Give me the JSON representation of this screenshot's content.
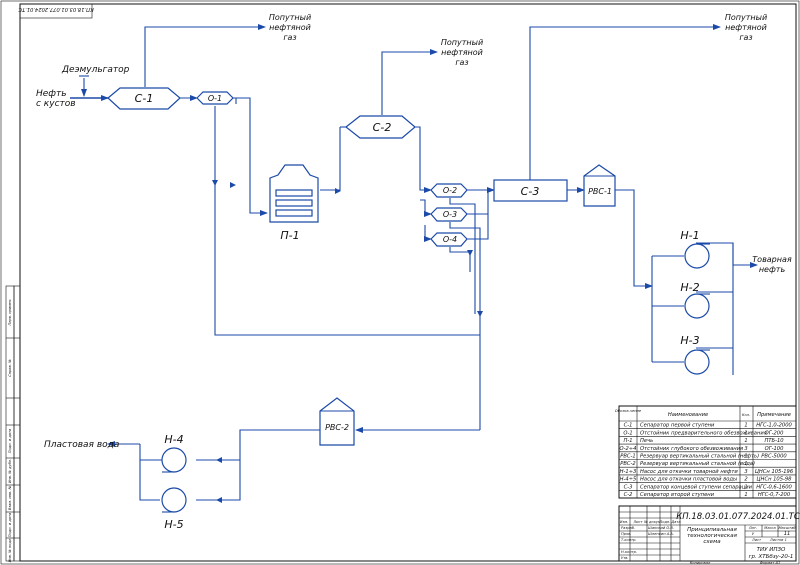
{
  "drawing": {
    "stamp_top": "КП.18.03.01.077.2024.01.ТС",
    "code": "КП.18.03.01.077.2024.01.ТС",
    "title_l1": "Принципиальная",
    "title_l2": "технологическая",
    "title_l3": "схема",
    "org_l1": "ТИУ ИПЗО",
    "org_l2": "гр. ХТБбзу-20-1",
    "sheet_no": "11",
    "sheets": "1",
    "lit": "У",
    "col_lit": "Лит.",
    "col_mass": "Масса",
    "col_scale": "Масштаб",
    "col_sheet": "Лист",
    "col_sheets": "Листов 1",
    "kopiroval": "Копировал",
    "format": "Формат  А1",
    "side_labels": [
      "Перв. примен.",
      "Справ. №",
      "Подп. и дата",
      "Инв. № дубл.",
      "Взам. инв. №",
      "Подп. и дата",
      "Инв. № подл."
    ]
  },
  "labels": {
    "demulsifier": "Деэмульгатор",
    "oil_l1": "Нефть",
    "oil_l2": "с кустов",
    "gas_l1": "Попутный",
    "gas_l2": "нефтяной",
    "gas_l3": "газ",
    "commercial_l1": "Товарная",
    "commercial_l2": "нефть",
    "water": "Пластовая вода"
  },
  "equipment": {
    "C1": "С-1",
    "C2": "С-2",
    "C3": "С-3",
    "O1": "О-1",
    "O2": "О-2",
    "O3": "О-3",
    "O4": "О-4",
    "P1": "П-1",
    "RVS1": "РВС-1",
    "RVS2": "РВС-2",
    "N1": "Н-1",
    "N2": "Н-2",
    "N3": "Н-3",
    "N4": "Н-4",
    "N5": "Н-5"
  },
  "spec_table": {
    "headers": [
      "Обозна-чение",
      "Наименование",
      "Кол.",
      "Примечание"
    ],
    "rows": [
      [
        "С-1",
        "Сепаратор первой ступени",
        "1",
        "НГС-1,0-2000"
      ],
      [
        "О-1",
        "Отстойник предварительного обезвоживания",
        "1",
        "ОГ-200"
      ],
      [
        "П-1",
        "Печь",
        "1",
        "ПТБ-10"
      ],
      [
        "О-2÷4",
        "Отстойник глубокого обезвоживания",
        "3",
        "ОГ-100"
      ],
      [
        "РВС-1",
        "Резервуар вертикальный стальной (нефть)",
        "1",
        "РВС-5000"
      ],
      [
        "РВС-2",
        "Резервуар вертикальный стальной (вода)",
        "1",
        ""
      ],
      [
        "Н-1÷3",
        "Насос для откачки товарной нефти",
        "3",
        "ЦНСн 105-196"
      ],
      [
        "Н-4÷5",
        "Насос для откачки пластовой воды",
        "2",
        "ЦНСн 105-98"
      ],
      [
        "С-3",
        "Сепаратор концевой ступени сепарации",
        "1",
        "НГС-0,6-1600"
      ],
      [
        "С-2",
        "Сепаратор второй ступени",
        "1",
        "НГС-0,7-200"
      ]
    ]
  },
  "stamp_small": [
    "Изм.",
    "Лист",
    "№ докум.",
    "Подп.",
    "Дата",
    "Разраб.",
    "Пров.",
    "Т.контр.",
    "Н.контр.",
    "Утв."
  ],
  "stamp_names": [
    "Шанский О.В.",
    "Шленкин А.А."
  ]
}
